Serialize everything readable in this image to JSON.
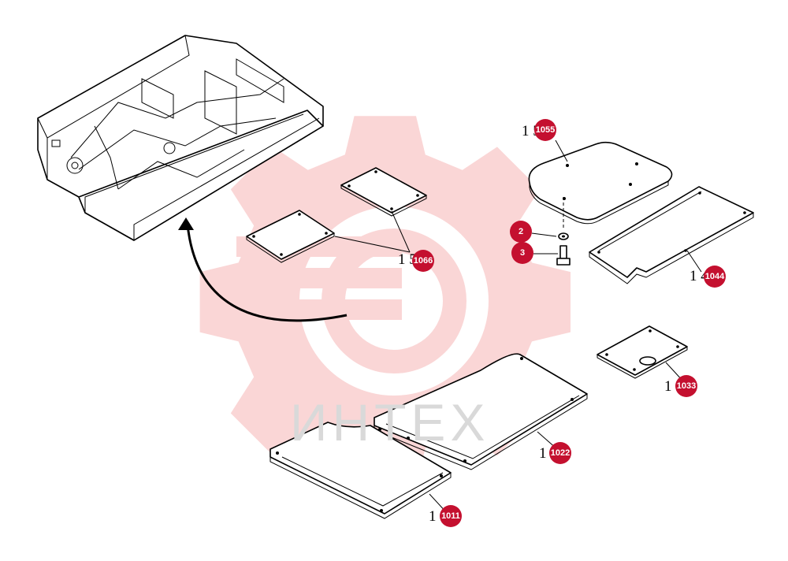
{
  "watermark": {
    "text": "ИНТЕХ",
    "color": "#f7b6b6"
  },
  "badge_color": "#c4102f",
  "callouts": [
    {
      "id": "1055",
      "label": "1055",
      "part_number": "1 5"
    },
    {
      "id": "1066",
      "label": "1066",
      "part_number": "1 5"
    },
    {
      "id": "1044",
      "label": "1044",
      "part_number": "1 4"
    },
    {
      "id": "2",
      "label": "2",
      "part_number": ""
    },
    {
      "id": "3",
      "label": "3",
      "part_number": ""
    },
    {
      "id": "1033",
      "label": "1033",
      "part_number": "1 3"
    },
    {
      "id": "1022",
      "label": "1022",
      "part_number": "1 2"
    },
    {
      "id": "1011",
      "label": "1011",
      "part_number": "1 1"
    }
  ]
}
